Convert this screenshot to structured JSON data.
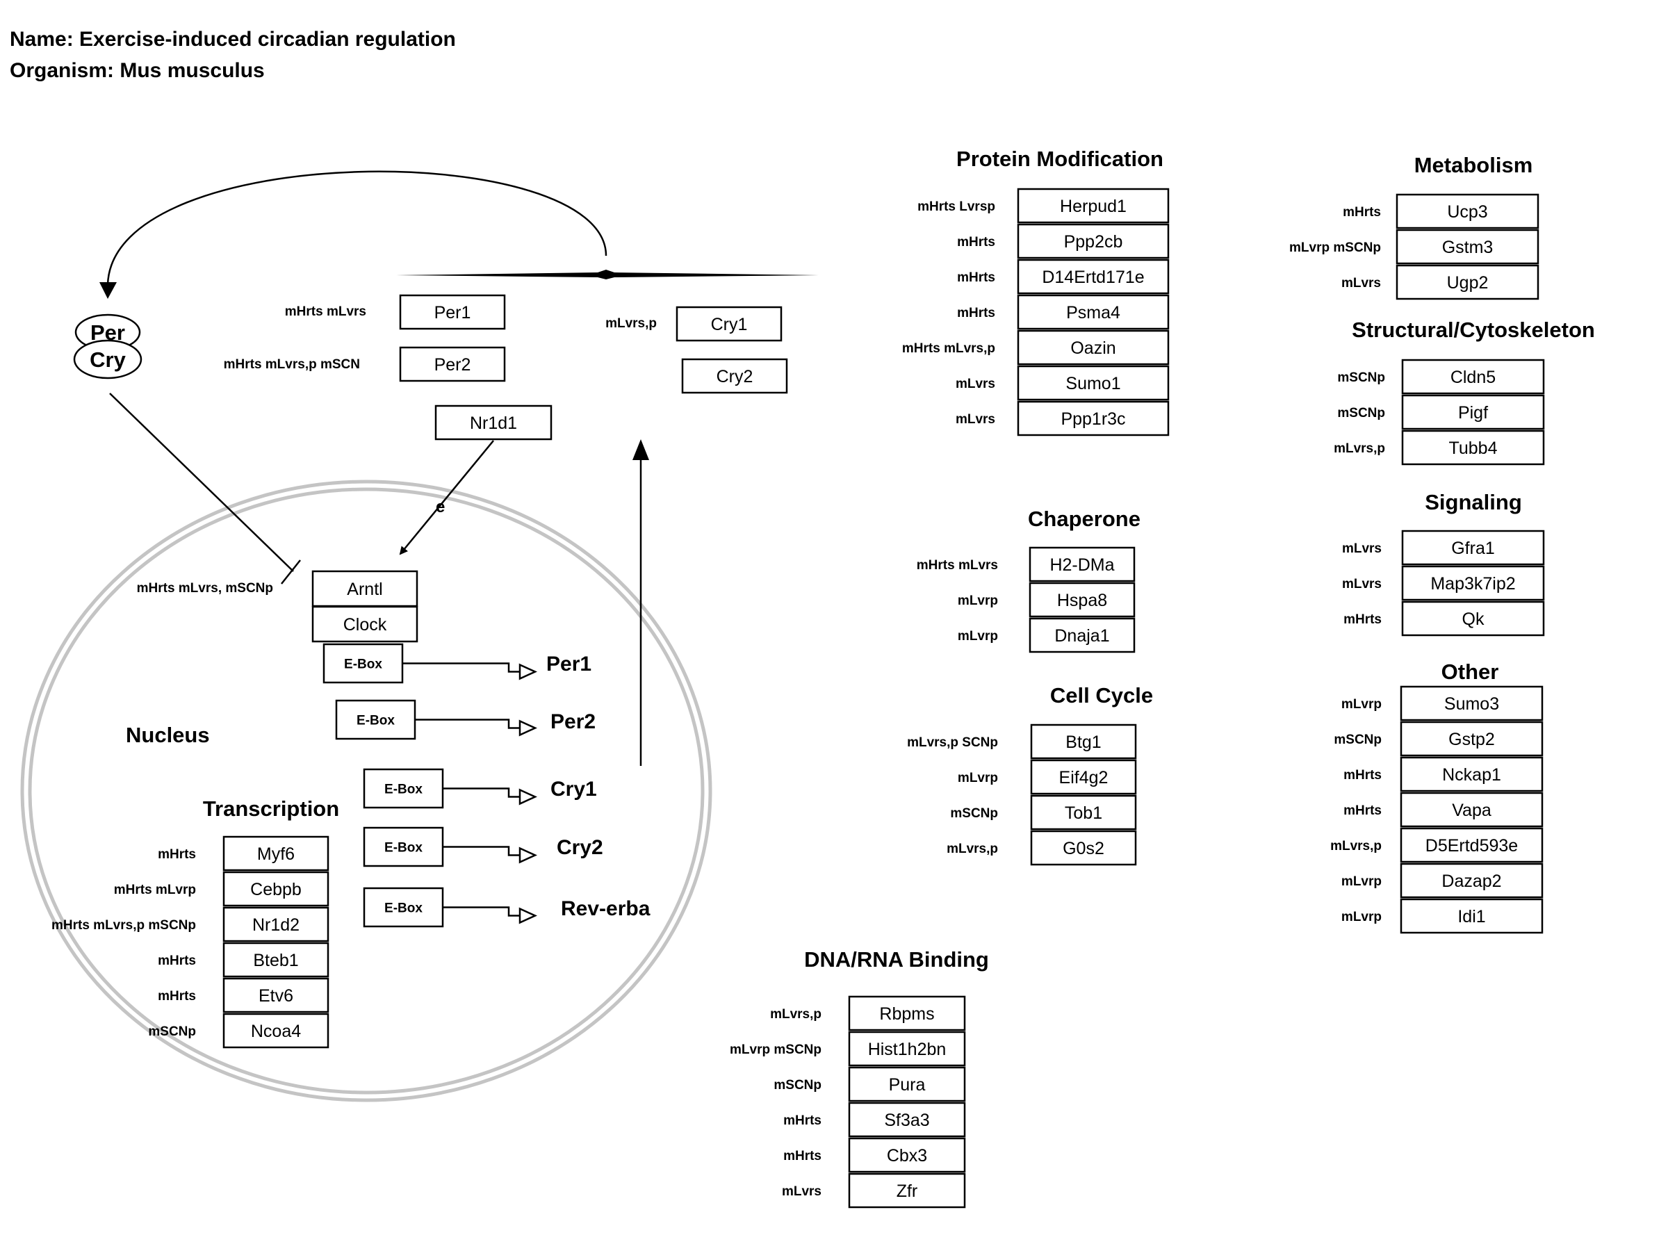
{
  "header": {
    "name_line": "Name: Exercise-induced circadian regulation",
    "organism_line": "Organism: Mus musculus"
  },
  "complex": {
    "top": "Per",
    "bottom": "Cry"
  },
  "cytoplasm": {
    "per1": {
      "label": "mHrts mLvrs",
      "gene": "Per1"
    },
    "per2": {
      "label": "mHrts mLvrs,p mSCN",
      "gene": "Per2"
    },
    "cry1": {
      "label": "mLvrs,p",
      "gene": "Cry1"
    },
    "cry2": {
      "gene": "Cry2"
    },
    "nr1d1": {
      "gene": "Nr1d1"
    },
    "edge_label": "e"
  },
  "nucleus": {
    "title": "Nucleus",
    "arntl_label": "mHrts mLvrs, mSCNp",
    "arntl": "Arntl",
    "clock": "Clock",
    "eboxes": [
      {
        "box": "E-Box",
        "target": "Per1"
      },
      {
        "box": "E-Box",
        "target": "Per2"
      },
      {
        "box": "E-Box",
        "target": "Cry1"
      },
      {
        "box": "E-Box",
        "target": "Cry2"
      },
      {
        "box": "E-Box",
        "target": "Rev-erba"
      }
    ]
  },
  "groups": [
    {
      "title": "Transcription",
      "genes": [
        {
          "label": "mHrts",
          "gene": "Myf6"
        },
        {
          "label": "mHrts mLvrp",
          "gene": "Cebpb"
        },
        {
          "label": "mHrts mLvrs,p mSCNp",
          "gene": "Nr1d2"
        },
        {
          "label": "mHrts",
          "gene": "Bteb1"
        },
        {
          "label": "mHrts",
          "gene": "Etv6"
        },
        {
          "label": "mSCNp",
          "gene": "Ncoa4"
        }
      ]
    },
    {
      "title": "Protein Modification",
      "genes": [
        {
          "label": "mHrts Lvrsp",
          "gene": "Herpud1"
        },
        {
          "label": "mHrts",
          "gene": "Ppp2cb"
        },
        {
          "label": "mHrts",
          "gene": "D14Ertd171e"
        },
        {
          "label": "mHrts",
          "gene": "Psma4"
        },
        {
          "label": "mHrts mLvrs,p",
          "gene": "Oazin"
        },
        {
          "label": "mLvrs",
          "gene": "Sumo1"
        },
        {
          "label": "mLvrs",
          "gene": "Ppp1r3c"
        }
      ]
    },
    {
      "title": "Chaperone",
      "genes": [
        {
          "label": "mHrts mLvrs",
          "gene": "H2-DMa"
        },
        {
          "label": "mLvrp",
          "gene": "Hspa8"
        },
        {
          "label": "mLvrp",
          "gene": "Dnaja1"
        }
      ]
    },
    {
      "title": "Cell Cycle",
      "genes": [
        {
          "label": "mLvrs,p SCNp",
          "gene": "Btg1"
        },
        {
          "label": "mLvrp",
          "gene": "Eif4g2"
        },
        {
          "label": "mSCNp",
          "gene": "Tob1"
        },
        {
          "label": "mLvrs,p",
          "gene": "G0s2"
        }
      ]
    },
    {
      "title": "DNA/RNA Binding",
      "genes": [
        {
          "label": "mLvrs,p",
          "gene": "Rbpms"
        },
        {
          "label": "mLvrp mSCNp",
          "gene": "Hist1h2bn"
        },
        {
          "label": "mSCNp",
          "gene": "Pura"
        },
        {
          "label": "mHrts",
          "gene": "Sf3a3"
        },
        {
          "label": "mHrts",
          "gene": "Cbx3"
        },
        {
          "label": "mLvrs",
          "gene": "Zfr"
        }
      ]
    },
    {
      "title": "Metabolism",
      "genes": [
        {
          "label": "mHrts",
          "gene": "Ucp3"
        },
        {
          "label": "mLvrp mSCNp",
          "gene": "Gstm3"
        },
        {
          "label": "mLvrs",
          "gene": "Ugp2"
        }
      ]
    },
    {
      "title": "Structural/Cytoskeleton",
      "genes": [
        {
          "label": "mSCNp",
          "gene": "Cldn5"
        },
        {
          "label": "mSCNp",
          "gene": "Pigf"
        },
        {
          "label": "mLvrs,p",
          "gene": "Tubb4"
        }
      ]
    },
    {
      "title": "Signaling",
      "genes": [
        {
          "label": "mLvrs",
          "gene": "Gfra1"
        },
        {
          "label": "mLvrs",
          "gene": "Map3k7ip2"
        },
        {
          "label": "mHrts",
          "gene": "Qk"
        }
      ]
    },
    {
      "title": "Other",
      "genes": [
        {
          "label": "mLvrp",
          "gene": "Sumo3"
        },
        {
          "label": "mSCNp",
          "gene": "Gstp2"
        },
        {
          "label": "mHrts",
          "gene": "Nckap1"
        },
        {
          "label": "mHrts",
          "gene": "Vapa"
        },
        {
          "label": "mLvrs,p",
          "gene": "D5Ertd593e"
        },
        {
          "label": "mLvrp",
          "gene": "Dazap2"
        },
        {
          "label": "mLvrp",
          "gene": "Idi1"
        }
      ]
    }
  ]
}
